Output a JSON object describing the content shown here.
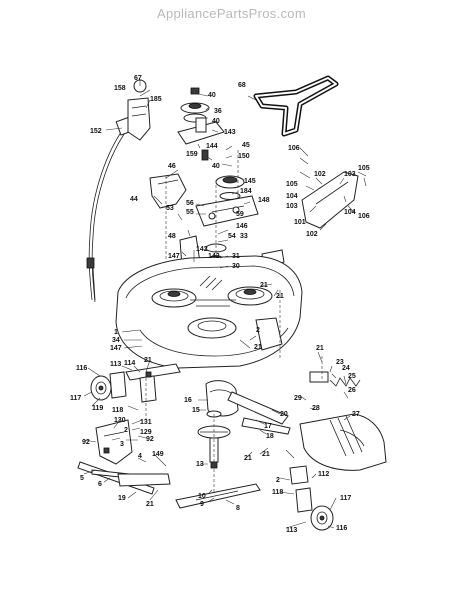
{
  "watermark": "AppliancePartsPros.com",
  "labels": [
    "67",
    "158",
    "185",
    "40",
    "36",
    "40",
    "143",
    "152",
    "144",
    "159",
    "150",
    "45",
    "40",
    "68",
    "46",
    "145",
    "184",
    "148",
    "44",
    "56",
    "55",
    "59",
    "53",
    "54",
    "146",
    "33",
    "48",
    "142",
    "31",
    "30",
    "147",
    "142",
    "21",
    "21",
    "1",
    "34",
    "147",
    "2",
    "21",
    "113",
    "114",
    "116",
    "117",
    "119",
    "21",
    "3",
    "2",
    "118",
    "131",
    "130",
    "129",
    "92",
    "92",
    "5",
    "6",
    "4",
    "149",
    "21",
    "19",
    "16",
    "15",
    "13",
    "10",
    "9",
    "8",
    "17",
    "18",
    "20",
    "21",
    "21",
    "29",
    "28",
    "27",
    "23",
    "24",
    "25",
    "26",
    "21",
    "2",
    "118",
    "112",
    "117",
    "113",
    "116",
    "106",
    "102",
    "105",
    "104",
    "103",
    "101",
    "102",
    "103",
    "105",
    "104",
    "106"
  ]
}
